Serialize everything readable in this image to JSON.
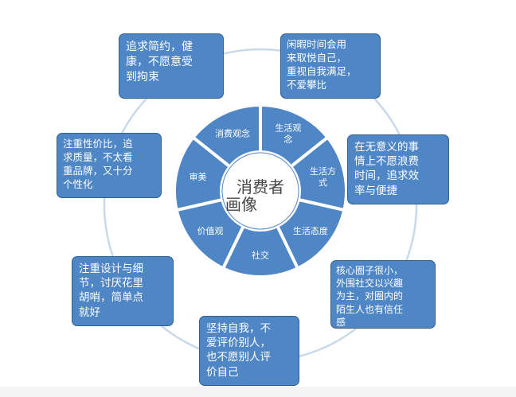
{
  "center_label": "消费者\n画像",
  "segments": [
    {
      "label": "生活观\n念"
    },
    {
      "label": "生活方\n式"
    },
    {
      "label": "生活态度"
    },
    {
      "label": "社交"
    },
    {
      "label": "价值观"
    },
    {
      "label": "审美"
    },
    {
      "label": "消费观念"
    }
  ],
  "boxes": [
    {
      "text": "追求简约，健\n康，不愿意受\n到拘束"
    },
    {
      "text": "闲暇时间会用\n来取悦自己，\n重视自我满足，\n不爱攀比"
    },
    {
      "text": "在无意义的事\n情上不愿浪费\n时间，追求效\n率与便捷"
    },
    {
      "text": "核心圈子很小，\n外围社交以兴趣\n为主，对圈内的\n陌生人也有信任\n感"
    },
    {
      "text": "坚持自我，不\n爱评价别人，\n也不愿别人评\n价自己"
    },
    {
      "text": "注重设计与细\n节，讨厌花里\n胡哨，简单点\n就好"
    },
    {
      "text": "注重性价比，追\n求质量，不太看\n重品牌，又十分\n个性化"
    }
  ],
  "colors": {
    "segment_fill": "#4f86c6",
    "segment_gap": "#ffffff",
    "center_fill": "#ffffff",
    "orbit_ring": "#c9d9ea",
    "box_fill": "#4f86c6",
    "box_border": "#2f5f92",
    "text_light": "#ffffff",
    "text_dark": "#444444"
  }
}
